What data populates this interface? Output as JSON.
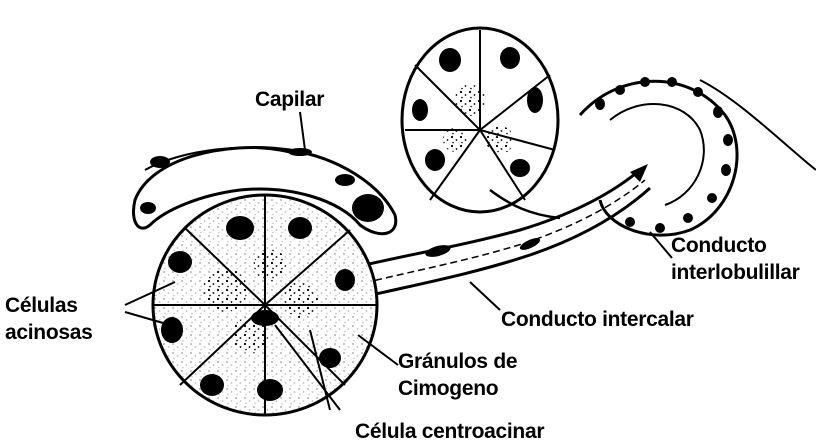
{
  "diagram": {
    "labels": {
      "capillary": "Capilar",
      "acinar_cells": [
        "Células",
        "acinosas"
      ],
      "interlobular_duct": [
        "Conducto",
        "interlobulillar"
      ],
      "intercalated_duct": "Conducto intercalar",
      "zymogen_granules": [
        "Gránulos de",
        "Cimogeno"
      ],
      "centroacinar_cell": "Célula centroacinar"
    },
    "colors": {
      "ink": "#000000",
      "paper": "#ffffff"
    }
  }
}
